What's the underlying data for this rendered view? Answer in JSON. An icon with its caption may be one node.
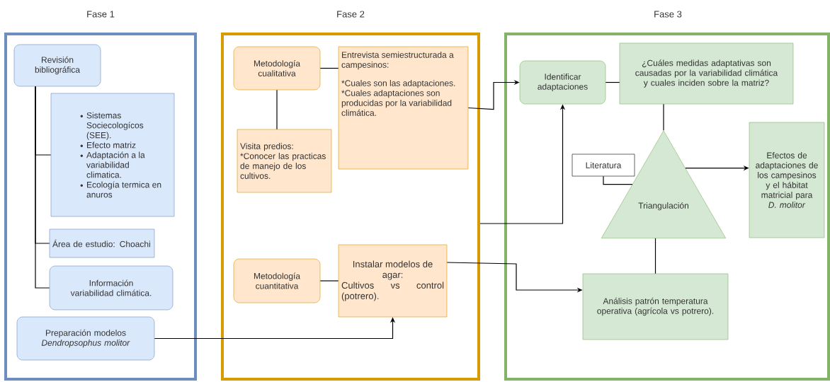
{
  "diagram": {
    "nodes": [
      {
        "text": [
          "Fase 1"
        ]
      },
      {
        "text": [
          "Revisión bibliográfica"
        ],
        "in": 0
      },
      {
        "text": [
          "Sistemas Sociecologícos (SEE).",
          "Efecto matriz",
          "Adaptación a la variabilidad climatica.",
          "Ecología termica en anuros"
        ],
        "in": 0
      },
      {
        "text": [
          "Área de estudio: Choachi"
        ],
        "in": 0
      },
      {
        "text": [
          "Información variabilidad climática."
        ],
        "in": 0
      },
      {
        "text": [
          "Preparación modelos *Dendropsophus molitor*"
        ],
        "in": 0
      },
      {
        "text": [
          "Fase 2"
        ]
      },
      {
        "text": [
          "Metodología cualitativa"
        ],
        "in": 6
      },
      {
        "text": [
          "Entrevista semiestructurada a campesinos:",
          "*Cuales son las adaptaciones.",
          "*Cuales adaptaciones son producidas por la variabilidad climática."
        ],
        "in": 6
      },
      {
        "text": [
          "Visita predios:",
          "*Conocer las practicas de manejo de los cultivos."
        ],
        "in": 6
      },
      {
        "text": [
          "Metodología cuantitativa"
        ],
        "in": 6
      },
      {
        "text": [
          "Instalar modelos de agar:",
          "Cultivos vs control (potrero)."
        ],
        "in": 6
      },
      {
        "text": [
          "Fase 3"
        ]
      },
      {
        "text": [
          "Identificar adaptaciones"
        ],
        "in": 12
      },
      {
        "text": [
          "¿Cuáles medidas adaptativas son causadas por la variabilidad climática y cuales  inciden sobre la matriz?"
        ],
        "in": 12
      },
      {
        "text": [
          "Literatura"
        ],
        "in": 12
      },
      {
        "text": [
          "Triangulación"
        ],
        "in": 12
      },
      {
        "text": [
          "Efectos de adaptaciones de los campesinos y el hábitat matricial para *D. molitor*"
        ],
        "in": 12
      },
      {
        "text": [
          "Análisis patrón temperatura operativa (agrícola vs potrero)."
        ],
        "in": 12
      }
    ],
    "edges": [
      {
        "from": 1,
        "to": 2,
        "arrow": "none"
      },
      {
        "from": 1,
        "to": 3,
        "arrow": "none"
      },
      {
        "from": 1,
        "to": 4,
        "arrow": "none"
      },
      {
        "from": 7,
        "to": 8,
        "arrow": "none"
      },
      {
        "from": 7,
        "to": 9,
        "arrow": "none"
      },
      {
        "from": 10,
        "to": 11,
        "arrow": "none"
      },
      {
        "from": 5,
        "to": 11,
        "arrow": "to"
      },
      {
        "from": 8,
        "to": 13,
        "arrow": "to"
      },
      {
        "from": 6,
        "to": 13,
        "arrow": "to"
      },
      {
        "from": 11,
        "to": 18,
        "arrow": "to"
      },
      {
        "from": 13,
        "to": 14,
        "arrow": "none"
      },
      {
        "from": 14,
        "to": 16,
        "arrow": "none"
      },
      {
        "from": 15,
        "to": 16,
        "arrow": "none"
      },
      {
        "from": 16,
        "to": 17,
        "arrow": "to"
      },
      {
        "from": 18,
        "to": 16,
        "arrow": "none"
      }
    ]
  }
}
